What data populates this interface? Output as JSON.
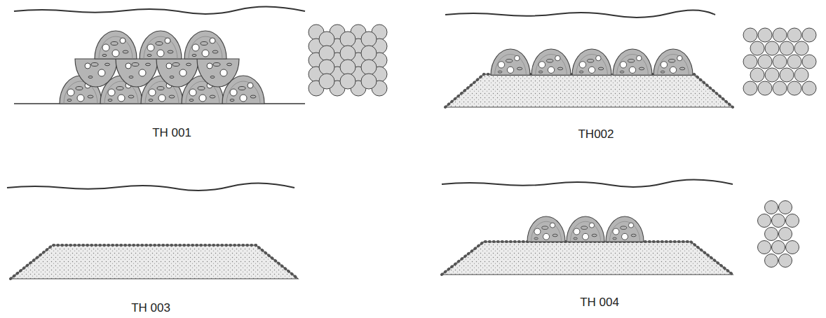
{
  "diagram": {
    "labels": [
      "TH 001",
      "TH002",
      "TH 003",
      "TH 004"
    ]
  }
}
